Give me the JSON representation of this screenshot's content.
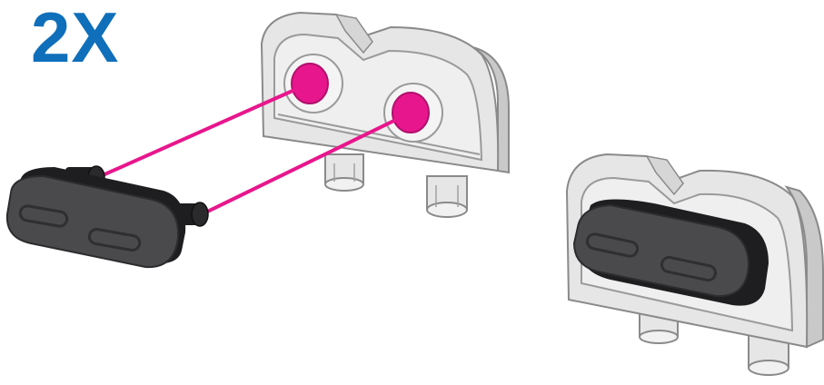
{
  "instruction": {
    "quantity_label": "2X"
  },
  "colors": {
    "quantity_text": "#0f6fba",
    "bracket_body": "#e6e6e6",
    "bracket_outline": "#8a8a8a",
    "bracket_shadow": "#c9c9c9",
    "bumper_body": "#4a4a4c",
    "bumper_dark": "#1e1e20",
    "peg_hole_highlight": "#e8168c",
    "guide_line": "#e8168c"
  },
  "parts": {
    "bracket": "sensor-bracket",
    "bumper": "rubber-bumper",
    "pin_count": 2
  }
}
